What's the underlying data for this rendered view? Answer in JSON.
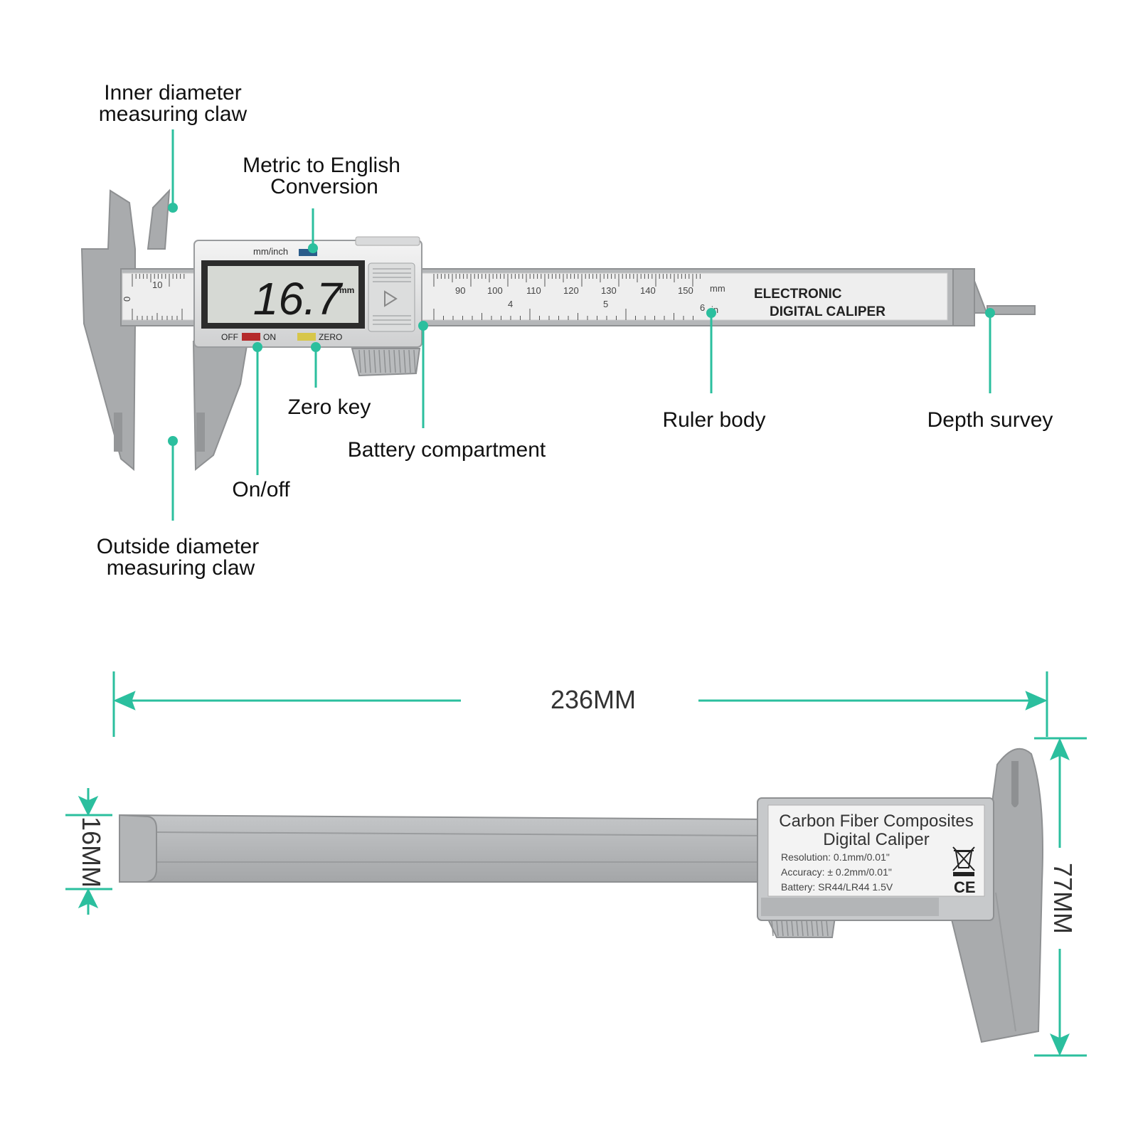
{
  "callouts": {
    "inner_claw": [
      "Inner diameter",
      "measuring claw"
    ],
    "conversion": [
      "Metric to English",
      "Conversion"
    ],
    "zero_key": "Zero key",
    "battery": "Battery compartment",
    "on_off": "On/off",
    "outside_claw": [
      "Outside diameter",
      "measuring claw"
    ],
    "ruler_body": "Ruler body",
    "depth_survey": "Depth survey"
  },
  "display": {
    "mode_label": "mm/inch",
    "reading": "16.7",
    "unit": "mm",
    "off_label": "OFF",
    "on_label": "ON",
    "zero_label": "ZERO"
  },
  "ruler": {
    "mm_labels": [
      "0",
      "10",
      "90",
      "100",
      "110",
      "120",
      "130",
      "140",
      "150"
    ],
    "mm_unit": "mm",
    "in_labels": [
      "4",
      "5",
      "6"
    ],
    "in_unit": "in",
    "brand": [
      "ELECTRONIC",
      "DIGITAL CALIPER"
    ]
  },
  "back_label": {
    "title": [
      "Carbon Fiber Composites",
      "Digital  Caliper"
    ],
    "specs": [
      "Resolution: 0.1mm/0.01\"",
      "Accuracy: ± 0.2mm/0.01\"",
      "Battery: SR44/LR44 1.5V"
    ],
    "marks": [
      "CE"
    ]
  },
  "dimensions": {
    "length": "236MM",
    "width": "16MM",
    "height": "77MM"
  },
  "colors": {
    "accent": "#2bbf9e",
    "body": "#a9abad",
    "body_dark": "#8e9092",
    "scale_face": "#eeeeee",
    "lcd": "#d6d9d4"
  }
}
